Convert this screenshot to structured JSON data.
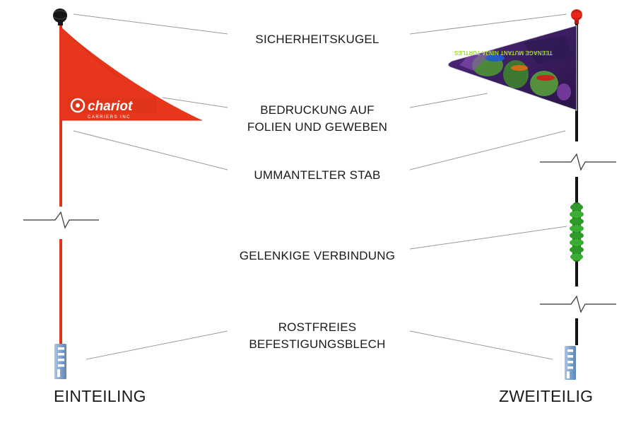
{
  "labels": {
    "safety_ball": "SICHERHEITSKUGEL",
    "print_line1": "BEDRUCKUNG AUF",
    "print_line2": "FOLIEN UND GEWEBEN",
    "coated_rod": "UMMANTELTER STAB",
    "joint": "GELENKIGE VERBINDUNG",
    "bracket_line1": "ROSTFREIES",
    "bracket_line2": "BEFESTIGUNGSBLECH"
  },
  "left_flag": {
    "caption": "EINTEILING",
    "logo_text": "chariot",
    "logo_subtext": "CARRIERS INC",
    "flag_color": "#e8361c",
    "rod_color": "#e2331d",
    "ball_color": "#151515"
  },
  "right_flag": {
    "caption": "ZWEITEILIG",
    "flag_text": "TEENAGE MUTANT NINJA TURTLES",
    "ball_color": "#e8261b",
    "rod_color": "#111111",
    "joint_color": "#2f9a2a"
  },
  "colors": {
    "leader_line": "#9a9a9a",
    "bracket": "#7fa4cf"
  }
}
